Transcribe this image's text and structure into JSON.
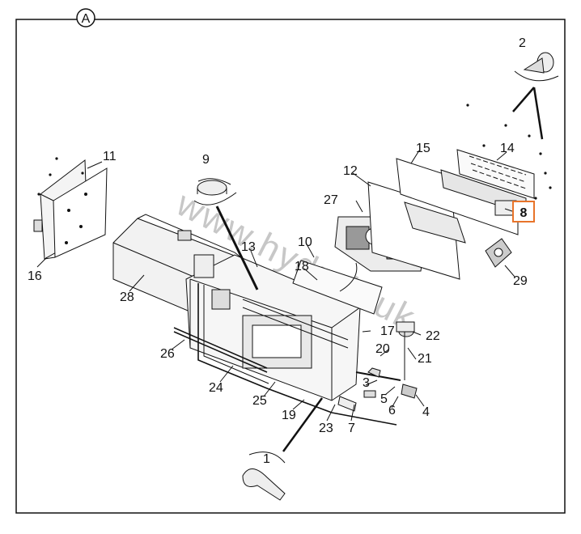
{
  "section_marker": "A",
  "watermark": "www.hydrob.uk",
  "highlight_color": "#e8742a",
  "highlighted_callout": "8",
  "callouts": [
    {
      "id": "1",
      "label": "1"
    },
    {
      "id": "2",
      "label": "2"
    },
    {
      "id": "3",
      "label": "3"
    },
    {
      "id": "4",
      "label": "4"
    },
    {
      "id": "5",
      "label": "5"
    },
    {
      "id": "6",
      "label": "6"
    },
    {
      "id": "7",
      "label": "7"
    },
    {
      "id": "8",
      "label": "8"
    },
    {
      "id": "9",
      "label": "9"
    },
    {
      "id": "10",
      "label": "10"
    },
    {
      "id": "11",
      "label": "11"
    },
    {
      "id": "12",
      "label": "12"
    },
    {
      "id": "13",
      "label": "13"
    },
    {
      "id": "14",
      "label": "14"
    },
    {
      "id": "15",
      "label": "15"
    },
    {
      "id": "16",
      "label": "16"
    },
    {
      "id": "17",
      "label": "17"
    },
    {
      "id": "18",
      "label": "18"
    },
    {
      "id": "19",
      "label": "19"
    },
    {
      "id": "20",
      "label": "20"
    },
    {
      "id": "21",
      "label": "21"
    },
    {
      "id": "22",
      "label": "22"
    },
    {
      "id": "23",
      "label": "23"
    },
    {
      "id": "24",
      "label": "24"
    },
    {
      "id": "25",
      "label": "25"
    },
    {
      "id": "26",
      "label": "26"
    },
    {
      "id": "27",
      "label": "27"
    },
    {
      "id": "28",
      "label": "28"
    },
    {
      "id": "29",
      "label": "29"
    }
  ]
}
